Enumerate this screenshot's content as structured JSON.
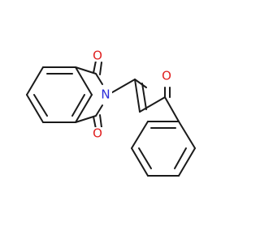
{
  "molecule": {
    "atoms": {
      "oxygen_top": {
        "symbol": "O",
        "color": "#e02020"
      },
      "oxygen_bottom": {
        "symbol": "O",
        "color": "#e02020"
      },
      "nitrogen": {
        "symbol": "N",
        "color": "#2b2bd9"
      },
      "oxygen_ketone": {
        "symbol": "O",
        "color": "#e02020"
      }
    },
    "colors": {
      "bond": "#1a1a1a",
      "oxygen": "#e02020",
      "nitrogen": "#2b2bd9",
      "background": "#ffffff"
    }
  }
}
